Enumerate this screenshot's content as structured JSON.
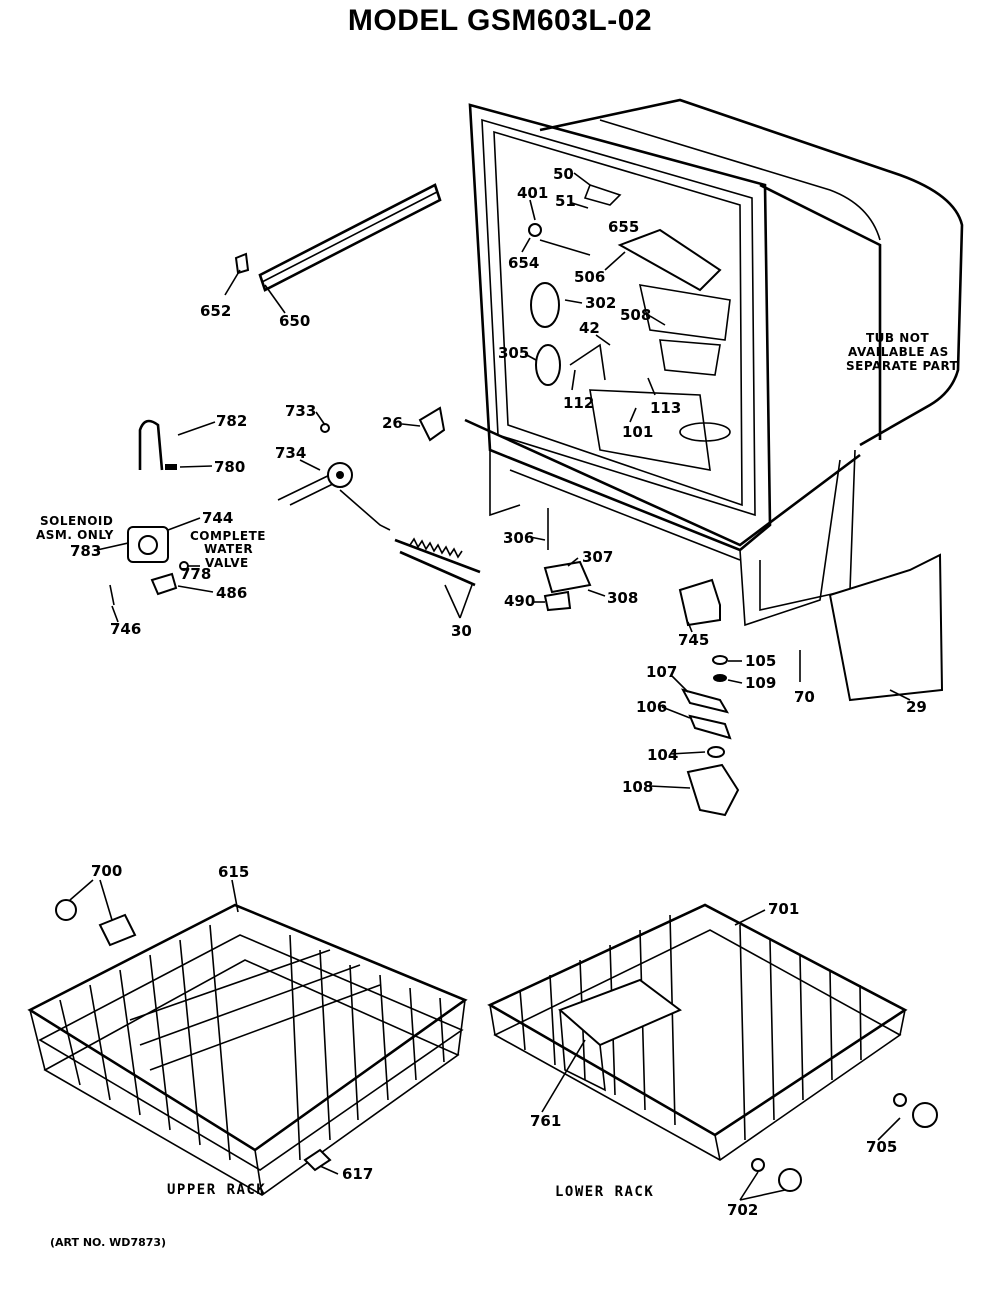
{
  "title": "MODEL GSM603L-02",
  "art_number": "(ART NO. WD7873)",
  "captions": {
    "upper_rack": "UPPER RACK",
    "lower_rack": "LOWER RACK"
  },
  "notes": {
    "tub_line1": "TUB NOT",
    "tub_line2": "AVAILABLE AS",
    "tub_line3": "SEPARATE PART",
    "solenoid_line1": "SOLENOID",
    "solenoid_line2": "ASM. ONLY",
    "valve_line1": "COMPLETE",
    "valve_line2": "WATER",
    "valve_line3": "VALVE"
  },
  "part_numbers": {
    "p50": "50",
    "p51": "51",
    "p401": "401",
    "p655": "655",
    "p654": "654",
    "p506": "506",
    "p302": "302",
    "p508": "508",
    "p42": "42",
    "p305": "305",
    "p112": "112",
    "p113": "113",
    "p101": "101",
    "p26": "26",
    "p652": "652",
    "p650": "650",
    "p782": "782",
    "p780": "780",
    "p733": "733",
    "p734": "734",
    "p744": "744",
    "p783": "783",
    "p778": "778",
    "p486": "486",
    "p746": "746",
    "p30": "30",
    "p306": "306",
    "p307": "307",
    "p308": "308",
    "p490": "490",
    "p745": "745",
    "p105": "105",
    "p109": "109",
    "p107": "107",
    "p70": "70",
    "p106": "106",
    "p29": "29",
    "p104": "104",
    "p108": "108",
    "p700": "700",
    "p615": "615",
    "p701": "701",
    "p761": "761",
    "p705": "705",
    "p617": "617",
    "p702": "702"
  }
}
